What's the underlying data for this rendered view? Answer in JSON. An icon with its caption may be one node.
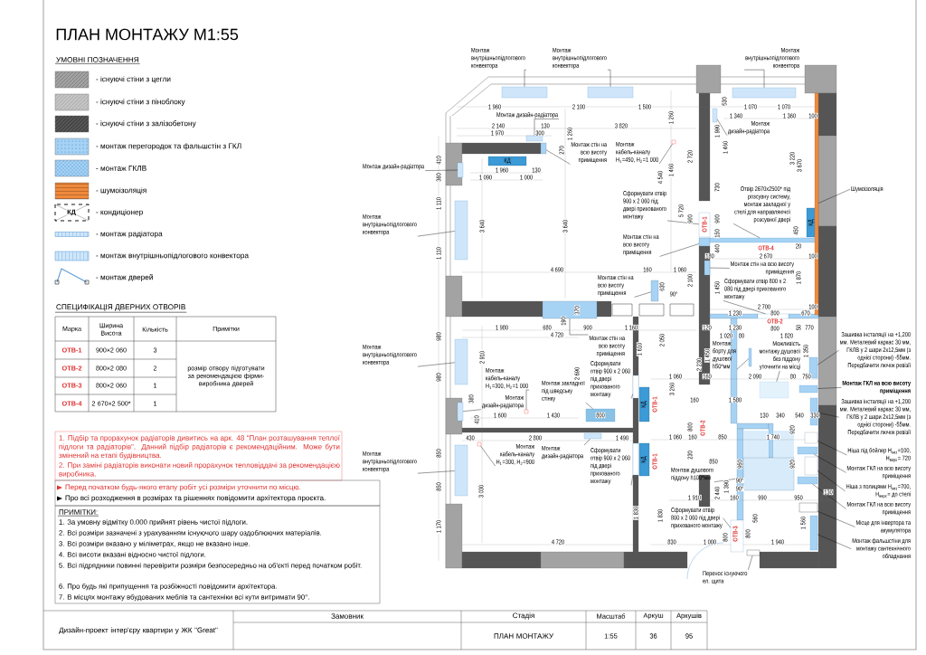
{
  "diagram": {
    "title": "ПЛАН МОНТАЖУ М1:55",
    "nodes": [
      {
        "text": [
          "Монтаж внутрішньопідлогового конвектора"
        ]
      },
      {
        "text": [
          "Монтаж внутрішньопідлогового конвектора"
        ]
      },
      {
        "text": [
          "Монтаж внутрішньопідлогового конвектора"
        ]
      },
      {
        "text": [
          "Монтаж дизайн-радіатора"
        ]
      },
      {
        "text": [
          "Монтаж стін на всю висоту приміщення"
        ]
      },
      {
        "text": [
          "Монтаж кабель-каналу H$_{1}$=450, H$_{2}$=1 000"
        ]
      },
      {
        "text": [
          "Монтаж дизайн-радіатора"
        ]
      },
      {
        "text": [
          "Монтаж дизайн-радіатора"
        ]
      },
      {
        "text": [
          "Монтаж внутрішньопідлогового конвектора"
        ]
      },
      {
        "text": [
          "Сформувати отвір 900 x 2 060 під двері прихованого монтажу"
        ]
      },
      {
        "text": [
          "Монтаж стін на всю висоту приміщення"
        ]
      },
      {
        "text": [
          "Отвір 2670х2500* під розсувну систему, монтаж закладної у стелі для направляючої розсувної двері"
        ]
      },
      {
        "text": [
          "Шумоізоляція"
        ]
      },
      {
        "text": [
          "Монтаж стін на всю висоту приміщення"
        ]
      },
      {
        "text": [
          "Монтаж стін на всю висоту приміщення"
        ]
      },
      {
        "text": [
          "Сформувати отвір 800 x 2 080 під двері прихованого монтажу"
        ]
      },
      {
        "text": [
          "Монтаж внутрішньопідлогового конвектора"
        ]
      },
      {
        "text": [
          "Монтаж стін на всю висоту приміщення"
        ]
      },
      {
        "text": [
          "Сформувати отвір 900 x 2 060 під двері прихованого монтажу"
        ]
      },
      {
        "text": [
          "Монтаж кабель-каналу H$_{1}$=300, H$_{2}$=1 000"
        ]
      },
      {
        "text": [
          "Монтаж дизайн-радіатора"
        ]
      },
      {
        "text": [
          "Монтаж закладної під шведську стінку"
        ]
      },
      {
        "text": [
          "Монтаж кабель-каналу H$_{1}$=300, H$_{2}$=900"
        ]
      },
      {
        "text": [
          "Монтаж дизайн-радіатора"
        ]
      },
      {
        "text": [
          "Сформувати отвір 900 x 2 060 під двері прихованого монтажу"
        ]
      },
      {
        "text": [
          "Монтаж внутрішньопідлогового конвектора"
        ]
      },
      {
        "text": [
          "Монтаж борту для душової h50*мм"
        ]
      },
      {
        "text": [
          "Можливість монтажу душової без піддону уточнити на місці"
        ]
      },
      {
        "text": [
          "Монтаж душового піддону h100*мм"
        ]
      },
      {
        "text": [
          "Сформувати отвір 800 x 2 060 під двері прихованого монтажу"
        ]
      },
      {
        "text": [
          "Перенос існуючого ел. щита"
        ]
      },
      {
        "text": [
          "Зашивка інсталяції на +1,200 мм. Металевий каркас 30 мм, ГКЛВ у 2 шари 2х12,5мм (з однієї сторони) -55мм. Передбачити лючок ревізії"
        ]
      },
      {
        "text": [
          "Монтаж ГКЛ на всю висоту приміщення"
        ]
      },
      {
        "text": [
          "Зашивка інсталяції на +1,200 мм. Металевий каркас 30 мм, ГКЛВ у 2 шари 2х12,5мм (з однієї сторони) -55мм. Передбачити лючок ревізії"
        ]
      },
      {
        "text": [
          "Ніша під бойлер H$_{низ}$=100, H$_{верх}$= 720"
        ]
      },
      {
        "text": [
          "Монтаж ГКЛ на всю висоту приміщення"
        ]
      },
      {
        "text": [
          "Ніша з полицями H$_{низ}$=700, H$_{верх}$= до стелі"
        ]
      },
      {
        "text": [
          "Монтаж ГКЛ на всю висоту приміщення"
        ]
      },
      {
        "text": [
          "Місце для інвертора та акумулятора"
        ]
      },
      {
        "text": [
          "Монтаж фальшстіни для монтажу сантехнічного обладнання"
        ]
      },
      {
        "text": [],
        "shape": "box"
      },
      {
        "text": [],
        "shape": "box"
      },
      {
        "text": [],
        "shape": "box"
      },
      {
        "text": [],
        "shape": "box"
      },
      {
        "text": [],
        "shape": "box"
      },
      {
        "text": [],
        "shape": "box"
      },
      {
        "text": [],
        "shape": "box"
      },
      {
        "text": [],
        "shape": "box"
      },
      {
        "text": [],
        "shape": "box"
      },
      {
        "text": [],
        "shape": "box"
      },
      {
        "text": [],
        "shape": "box"
      },
      {
        "text": [],
        "shape": "box"
      },
      {
        "text": [],
        "shape": "box"
      },
      {
        "text": [],
        "shape": "box"
      },
      {
        "text": [],
        "shape": "box"
      },
      {
        "text": [],
        "shape": "box"
      },
      {
        "text": [],
        "shape": "box"
      },
      {
        "text": [],
        "shape": "box"
      },
      {
        "text": [],
        "shape": "box"
      },
      {
        "text": [],
        "shape": "box"
      },
      {
        "text": [],
        "shape": "box"
      },
      {
        "text": [],
        "shape": "box"
      },
      {
        "text": [],
        "shape": "box"
      },
      {
        "text": [],
        "shape": "box"
      },
      {
        "text": [],
        "shape": "box"
      },
      {
        "text": [],
        "shape": "box"
      },
      {
        "text": [],
        "shape": "box"
      },
      {
        "text": [],
        "shape": "box"
      },
      {
        "text": [],
        "shape": "box"
      },
      {
        "text": [],
        "shape": "box"
      },
      {
        "text": [],
        "shape": "box"
      },
      {
        "text": [],
        "shape": "box"
      },
      {
        "text": [],
        "shape": "box"
      },
      {
        "text": [],
        "shape": "box"
      },
      {
        "text": [],
        "shape": "box"
      },
      {
        "text": [],
        "shape": "box"
      },
      {
        "text": [],
        "shape": "box"
      },
      {
        "text": [],
        "shape": "box"
      },
      {
        "text": [],
        "shape": "box"
      },
      {
        "text": [],
        "shape": "box"
      }
    ],
    "edges": [
      {
        "from": 0,
        "to": 40,
        "arrow": "none"
      },
      {
        "from": 1,
        "to": 41,
        "arrow": "none"
      },
      {
        "from": 2,
        "to": 42,
        "arrow": "none"
      },
      {
        "from": 3,
        "to": 43,
        "arrow": "none"
      },
      {
        "from": 4,
        "to": 44,
        "arrow": "none"
      },
      {
        "from": 5,
        "to": 45,
        "arrow": "none"
      },
      {
        "from": 6,
        "to": 46,
        "arrow": "none"
      },
      {
        "from": 7,
        "to": 47,
        "arrow": "none"
      },
      {
        "from": 8,
        "to": 48,
        "arrow": "none"
      },
      {
        "from": 9,
        "to": 49,
        "arrow": "none"
      },
      {
        "from": 10,
        "to": 50,
        "arrow": "none"
      },
      {
        "from": 11,
        "to": 51,
        "arrow": "none"
      },
      {
        "from": 12,
        "to": 52,
        "arrow": "none"
      },
      {
        "from": 13,
        "to": 53,
        "arrow": "none"
      },
      {
        "from": 14,
        "to": 54,
        "arrow": "none"
      },
      {
        "from": 15,
        "to": 55,
        "arrow": "none"
      },
      {
        "from": 16,
        "to": 56,
        "arrow": "none"
      },
      {
        "from": 17,
        "to": 57,
        "arrow": "none"
      },
      {
        "from": 18,
        "to": 58,
        "arrow": "none"
      },
      {
        "from": 19,
        "to": 59,
        "arrow": "none"
      },
      {
        "from": 20,
        "to": 60,
        "arrow": "none"
      },
      {
        "from": 21,
        "to": 61,
        "arrow": "none"
      },
      {
        "from": 22,
        "to": 62,
        "arrow": "none"
      },
      {
        "from": 23,
        "to": 63,
        "arrow": "none"
      },
      {
        "from": 24,
        "to": 64,
        "arrow": "none"
      },
      {
        "from": 25,
        "to": 65,
        "arrow": "none"
      },
      {
        "from": 26,
        "to": 66,
        "arrow": "none"
      },
      {
        "from": 27,
        "to": 67,
        "arrow": "none"
      },
      {
        "from": 28,
        "to": 68,
        "arrow": "none"
      },
      {
        "from": 29,
        "to": 69,
        "arrow": "none"
      },
      {
        "from": 30,
        "to": 70,
        "arrow": "none"
      },
      {
        "from": 31,
        "to": 71,
        "arrow": "none"
      },
      {
        "from": 32,
        "to": 72,
        "arrow": "none"
      },
      {
        "from": 33,
        "to": 73,
        "arrow": "none"
      },
      {
        "from": 34,
        "to": 74,
        "arrow": "none"
      },
      {
        "from": 35,
        "to": 75,
        "arrow": "none"
      },
      {
        "from": 36,
        "to": 76,
        "arrow": "none"
      },
      {
        "from": 37,
        "to": 77,
        "arrow": "none"
      },
      {
        "from": 38,
        "to": 78,
        "arrow": "none"
      },
      {
        "from": 39,
        "to": 79,
        "arrow": "none"
      }
    ],
    "labels": [
      "УМОВНІ ПОЗНАЧЕННЯ",
      "КД",
      "СПЕЦИФІКАЦІЯ ДВЕРНИХ ОТВОРІВ",
      "Марка",
      "Ширина Висота",
      "Кількість",
      "Примітки",
      "ОТВ-1",
      "900×2 060",
      "3",
      "розмір отвору підготувати за рекомендацією фірми-виробника дверей",
      "ОТВ-2",
      "800×2 080",
      "2",
      "ОТВ-3",
      "800×2 060",
      "1",
      "ОТВ-4",
      "2 670×2 500*",
      "1",
      "1. Підбір та прорахунок радіаторів дивитись на арк. 48 \"План розташування теплої підлоги та радіаторів\". Данний підбір радіаторів є рекомендаційним. Може бути змінений на етапі будівництва.",
      "2. При заміні радіаторів виконати новий прорахунок тепловіддачі за рекомендацією виробника.",
      "Перед початком будь-якого етапу робіт усі розміри уточнити по місцю.",
      "Про всі розходження в розмірах та рішеннях повідомити архітектора проєкта.",
      "ПРИМІТКИ:",
      "1. За умовну відмітку 0.000 прийнят рівень чистої підлоги.",
      "2. Всі розміри зазначені з урахуванням існуючого шару оздоблюючих матеріалів.",
      "3. Всі розміри вказано у міліметрах, якщо не вказано інше.",
      "4. Всі висоти вказані відносно чистої підлоги.",
      "5. Всі підрядники повинні перевірити розміри безпосередньо на об'єкті перед початком робіт.",
      "6. Про будь які припущення та розбіжності повідомити архітектора.",
      "7. В місцях монтажу вбудованих меблів та сантехніки всі кути витримати 90°.",
      "1 960",
      "2 100",
      "1 500",
      "530",
      "1 070",
      "1 070",
      "1 340",
      "1 360",
      "100",
      "1 260",
      "2 140",
      "130",
      "3 820",
      "1 970",
      "300",
      "1 260",
      "1 990",
      "270",
      "1 460",
      "410",
      "КД",
      "2 720",
      "3 220",
      "3 670",
      "1 960",
      "130",
      "1 460",
      "360",
      "1 090",
      "1 000",
      "4 540",
      "730",
      "1 110",
      "5 720",
      "900",
      "ОТВ-1",
      "900",
      "КД",
      "3 640",
      "3 640",
      "150",
      "450",
      "440",
      "ОТВ-4",
      "20",
      "1 110",
      "180",
      "2 670",
      "100",
      "4 690",
      "160",
      "1 060",
      "2 100",
      "1 870",
      "630",
      "1 450",
      "90°",
      "2 700",
      "100",
      "370",
      "1 230",
      "800",
      "670",
      "190",
      "ОТВ-2",
      "1 980",
      "680",
      "900",
      "1 160",
      "120",
      "1 230",
      "800",
      "50",
      "770",
      "980",
      "4 720",
      "1 020",
      "80",
      "1 820",
      "2 050",
      "1 610",
      "1 350",
      "2 910",
      "1 450",
      "980",
      "2 690",
      "1 060",
      "2 230",
      "160",
      "2 090",
      "80",
      "750",
      "3 260",
      "380",
      "КД",
      "ОТВ-1",
      "160",
      "1 580",
      "1 600",
      "1 430",
      "800",
      "130",
      "340",
      "540",
      "330",
      "410",
      "800",
      "ОТВ-2",
      "920",
      "430",
      "2 800",
      "1 490",
      "1 060",
      "160",
      "850",
      "1 740",
      "850",
      "230",
      "КД",
      "ОТВ-1",
      "850",
      "950",
      "920",
      "90°",
      "850",
      "1 390",
      "90°",
      "3 030",
      "2 440",
      "130",
      "1 910",
      "160",
      "990",
      "950",
      "1 170",
      "1 830",
      "1 830",
      "560",
      "1 560",
      "800",
      "ОТВ-3",
      "800",
      "4 720",
      "830",
      "1 000",
      "1 940",
      "Дизайн-проект інтер'єру квартири у ЖК \"Great\"",
      "Замовник",
      "Стадія",
      "Масштаб",
      "Аркуш",
      "Аркушів",
      "ПЛАН МОНТАЖУ",
      "1:55",
      "36",
      "95"
    ],
    "legend": [
      {
        "text": "- існуючі стіни з цегли"
      },
      {
        "text": "- існуючі стіни з піноблоку"
      },
      {
        "text": "- існуючі стіни з залізобетону"
      },
      {
        "text": "- монтаж перегородок та фальшстін з ГКЛ"
      },
      {
        "text": "- монтаж ГКЛВ"
      },
      {
        "text": "- шумоізоляція"
      },
      {
        "text": "- кондиціонер"
      },
      {
        "text": "- монтаж радіатора"
      },
      {
        "text": "- монтаж внутрішньопідлогового конвектора"
      },
      {
        "text": "- монтаж дверей"
      }
    ]
  }
}
